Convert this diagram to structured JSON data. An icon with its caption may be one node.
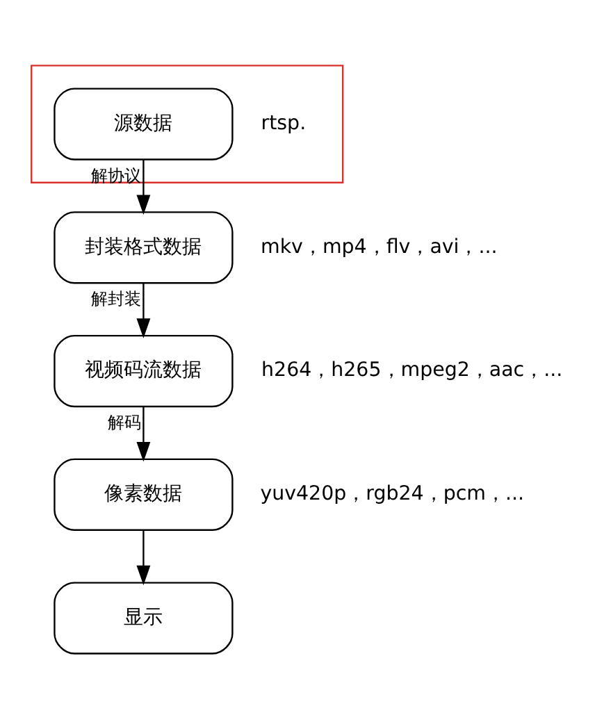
{
  "diagram": {
    "nodes": [
      {
        "text": [],
        "shape": "box"
      },
      {
        "text": [
          "源数据"
        ],
        "in": 0,
        "beside": [
          "rtsp."
        ]
      },
      {
        "text": [
          "封装格式数据"
        ],
        "beside": [
          "mkv，mp4，flv，avi，..."
        ]
      },
      {
        "text": [
          "视频码流数据"
        ],
        "beside": [
          "h264，h265，mpeg2，aac，..."
        ]
      },
      {
        "text": [
          "像素数据"
        ],
        "beside": [
          "yuv420p，rgb24，pcm，..."
        ]
      },
      {
        "text": [
          "显示"
        ]
      }
    ],
    "edges": [
      {
        "from": 1,
        "to": 2,
        "arrow": "to",
        "label": "解协议"
      },
      {
        "from": 2,
        "to": 3,
        "arrow": "to",
        "label": "解封装"
      },
      {
        "from": 3,
        "to": 4,
        "arrow": "to",
        "label": "解码"
      },
      {
        "from": 4,
        "to": 5,
        "arrow": "to"
      }
    ]
  }
}
